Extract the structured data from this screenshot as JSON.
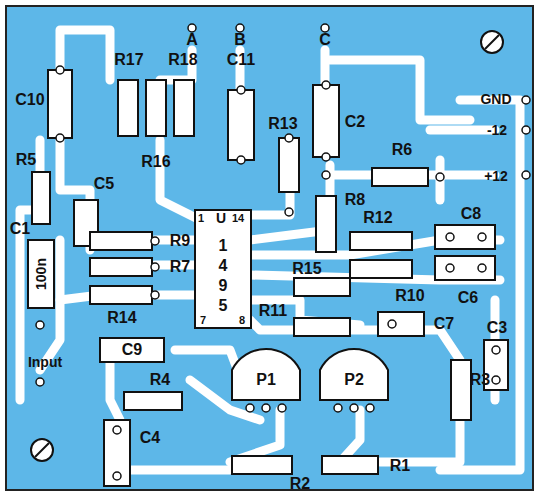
{
  "diagram": {
    "labels": [
      "A",
      "B",
      "C",
      "GND",
      "-12",
      "+12",
      "C10",
      "R17",
      "R18",
      "C11",
      "C2",
      "R5",
      "R16",
      "R13",
      "R6",
      "C5",
      "R8",
      "R12",
      "C8",
      "R9",
      "1",
      "U",
      "14",
      "1",
      "4",
      "9",
      "5",
      "R7",
      "C1",
      "100n",
      "R14",
      "7",
      "8",
      "R15",
      "R10",
      "C6",
      "R11",
      "C7",
      "C3",
      "Input",
      "C9",
      "R4",
      "P1",
      "P2",
      "R3",
      "C4",
      "R2",
      "R1"
    ]
  }
}
